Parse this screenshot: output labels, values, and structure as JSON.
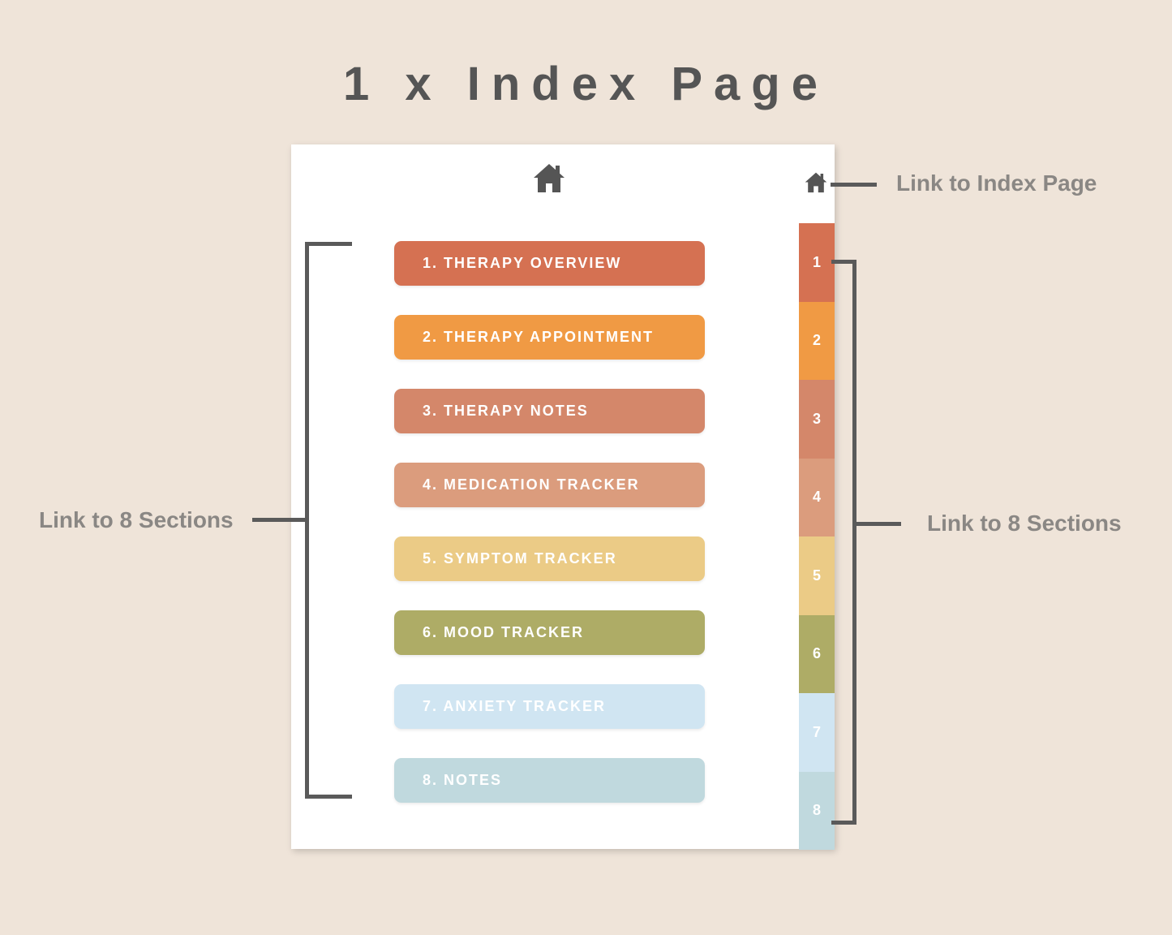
{
  "title": "1 x Index Page",
  "annotations": {
    "index_link": "Link to Index Page",
    "left_sections": "Link to 8 Sections",
    "right_sections": "Link to 8 Sections"
  },
  "sections": [
    {
      "label": "1. THERAPY OVERVIEW",
      "color": "#d57152"
    },
    {
      "label": "2. THERAPY APPOINTMENT",
      "color": "#f09a44"
    },
    {
      "label": "3. THERAPY NOTES",
      "color": "#d4876a"
    },
    {
      "label": "4. MEDICATION TRACKER",
      "color": "#db9c7d"
    },
    {
      "label": "5. SYMPTOM TRACKER",
      "color": "#ebcb86"
    },
    {
      "label": "6. MOOD TRACKER",
      "color": "#aeac66"
    },
    {
      "label": "7. ANXIETY TRACKER",
      "color": "#d0e5f2"
    },
    {
      "label": "8. NOTES",
      "color": "#c0d9de"
    }
  ],
  "tabs": [
    {
      "label": "1",
      "color": "#d57152"
    },
    {
      "label": "2",
      "color": "#f09a44"
    },
    {
      "label": "3",
      "color": "#d4876a"
    },
    {
      "label": "4",
      "color": "#db9c7d"
    },
    {
      "label": "5",
      "color": "#ebcb86"
    },
    {
      "label": "6",
      "color": "#aeac66"
    },
    {
      "label": "7",
      "color": "#d0e5f2"
    },
    {
      "label": "8",
      "color": "#c0d9de"
    }
  ],
  "icons": {
    "home": "home-icon"
  }
}
